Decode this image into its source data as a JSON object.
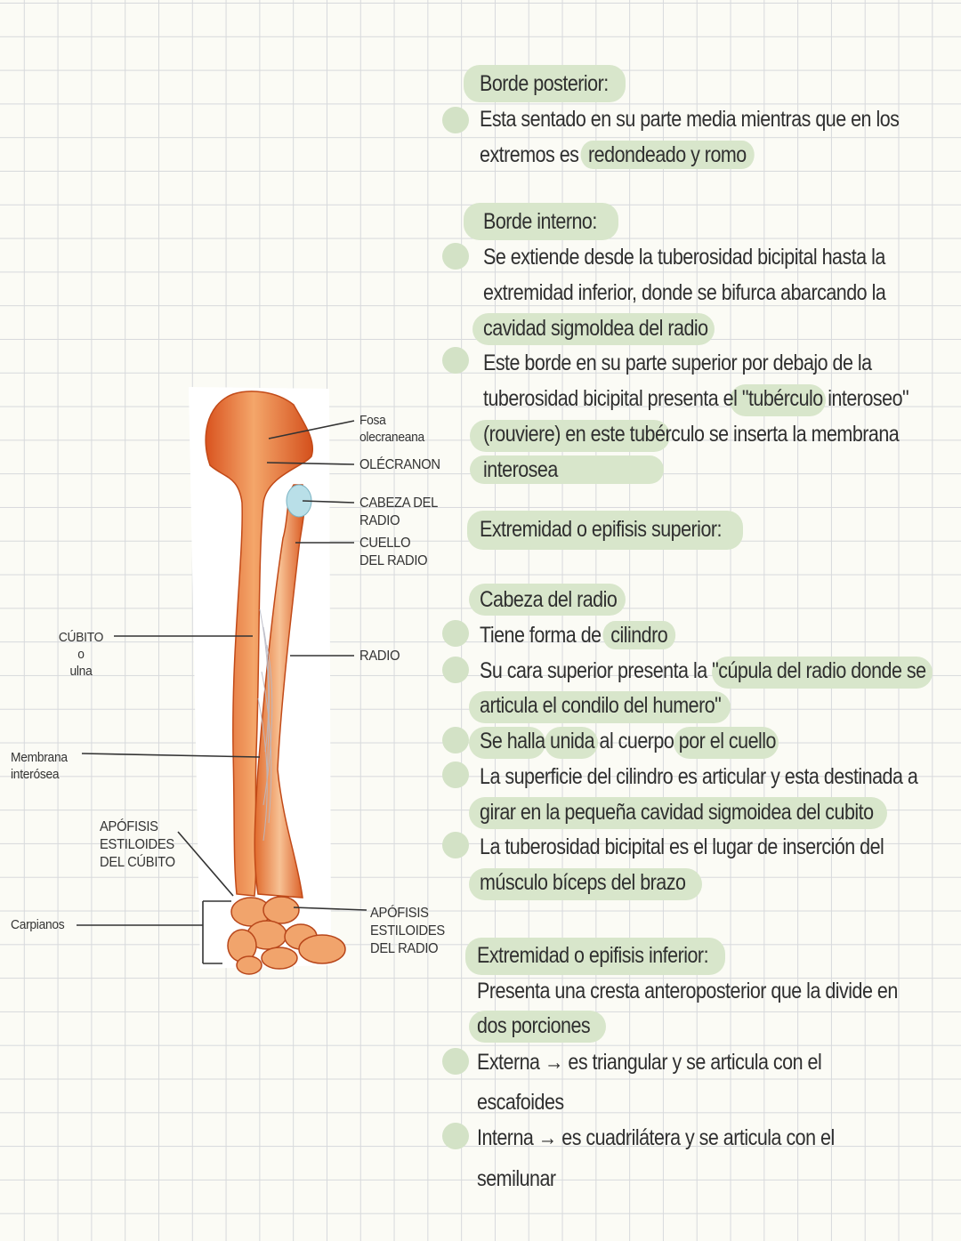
{
  "figure": {
    "labels": {
      "fosa": "Fosa\nolecraneana",
      "olecranon": "OLÉCRANON",
      "cabeza_radio": "CABEZA DEL\nRADIO",
      "cuello_radio": "CUELLO\nDEL RADIO",
      "cubito": "CÚBITO\no\nulna",
      "radio": "RADIO",
      "membrana": "Membrana\ninterósea",
      "apofisis_cubito": "APÓFISIS\nESTILOIDES\nDEL CÚBITO",
      "carpianos": "Carpianos",
      "apofisis_radio": "APÓFISIS\nESTILOIDES\nDEL RADIO"
    }
  },
  "notes": {
    "borde_posterior": {
      "heading": "Borde posterior:",
      "l1": "Esta sentado en su parte media mientras que en los",
      "l2a": "extremos es ",
      "l2b": "redondeado y romo"
    },
    "borde_interno": {
      "heading": "Borde interno:",
      "l1": "Se extiende desde la tuberosidad bicipital hasta la",
      "l2": "extremidad inferior, donde se bifurca abarcando la",
      "l3": "cavidad sigmoldea del radio",
      "l4": "Este borde en su parte superior por debajo de la",
      "l5a": "tuberosidad bicipital presenta el ",
      "l5b": "\"tubérculo interoseo\"",
      "l6": "(rouviere) en este tubérculo se inserta la membrana",
      "l7": "interosea"
    },
    "extremidad_superior": {
      "heading": "Extremidad o epifisis superior:",
      "sub": "Cabeza del radio",
      "l1a": "Tiene forma de ",
      "l1b": "cilindro",
      "l2a": "Su cara superior presenta la ",
      "l2b": "\"cúpula del radio donde se",
      "l3": "articula el condilo del humero\"",
      "l4a": "Se halla ",
      "l4b": "unida",
      "l4c": " al cuerpo ",
      "l4d": "por el cuello",
      "l5": "La superficie del cilindro es articular y esta destinada a",
      "l6": "girar en la pequeña cavidad sigmoidea del cubito",
      "l7": "La tuberosidad bicipital es el lugar de inserción del",
      "l8": "músculo bíceps del brazo"
    },
    "extremidad_inferior": {
      "heading": "Extremidad o epifisis inferior:",
      "l1": "Presenta una cresta anteroposterior que la divide en",
      "l2": "dos porciones",
      "l3a": "Externa",
      "l3b": " es triangular y se articula con el",
      "l4": "escafoides",
      "l5a": "Interna",
      "l5b": " es cuadrilátera y se articula con el",
      "l6": "semilunar"
    }
  }
}
